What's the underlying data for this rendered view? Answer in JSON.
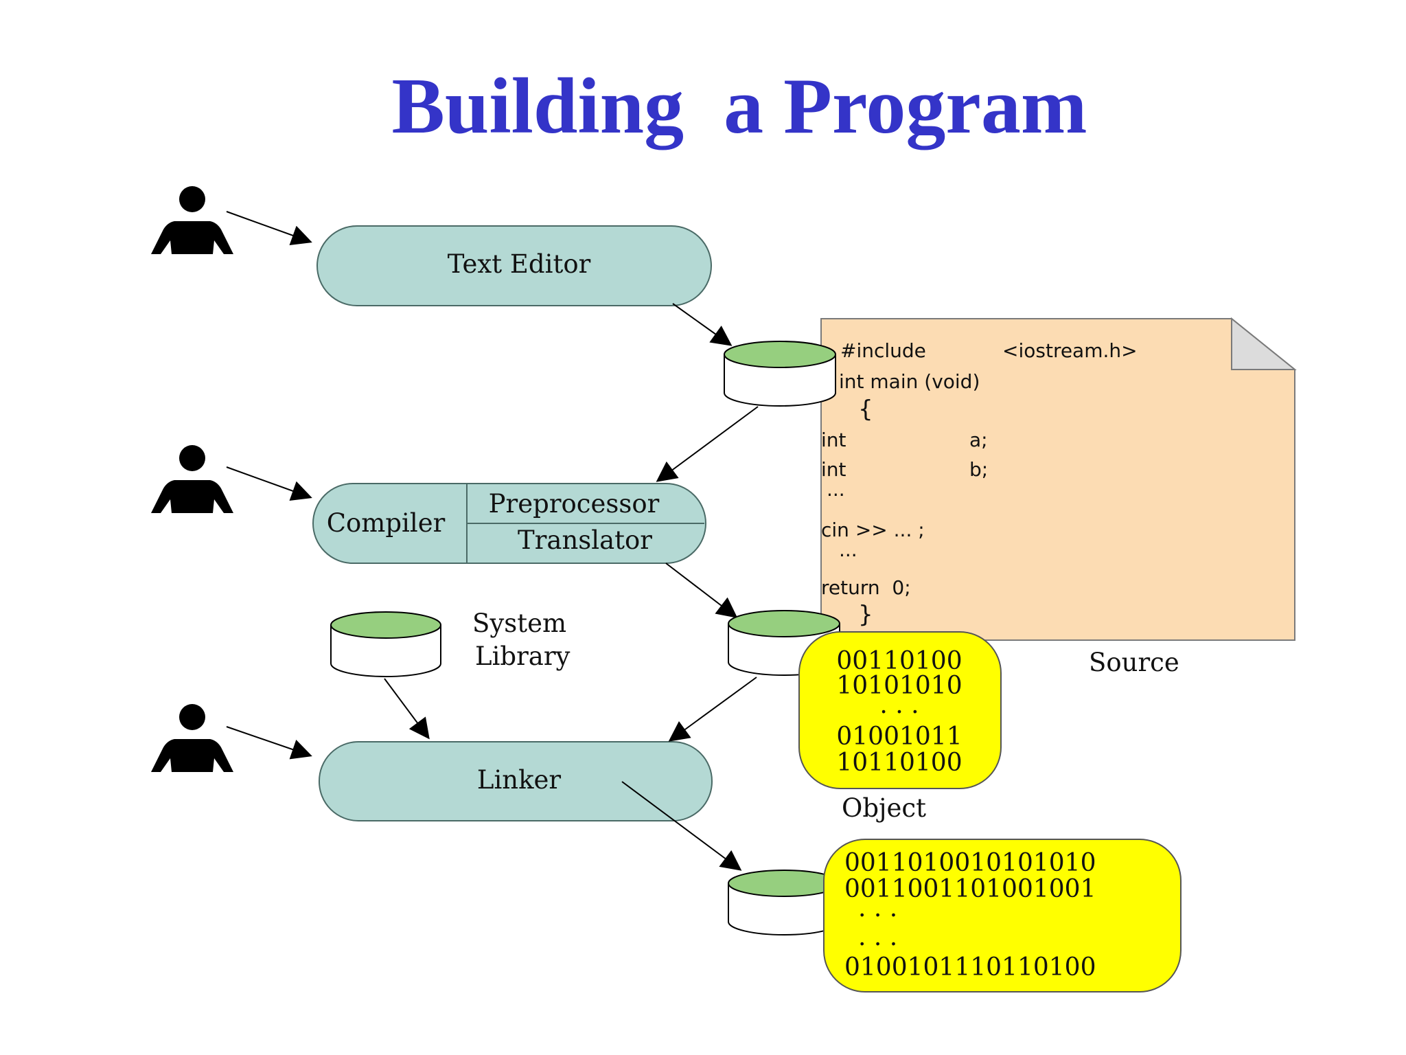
{
  "title": "Building  a Program",
  "colors": {
    "title": "#3434c8",
    "process_fill": "#b4d9d4",
    "disk_top": "#96cf7f",
    "source_paper": "#fcdcb3",
    "binary_fill": "#ffff00"
  },
  "icons": {
    "person": "person-icon",
    "disk": "disk-icon"
  },
  "processes": {
    "text_editor": "Text Editor",
    "compiler": "Compiler",
    "preprocessor": "Preprocessor",
    "translator": "Translator",
    "linker": "Linker"
  },
  "system_library": {
    "line1": "System",
    "line2": "Library"
  },
  "source": {
    "label": "Source",
    "code": {
      "include": "#include",
      "header": "<iostream.h>",
      "main": "int main (void)",
      "open_brace": "{",
      "int1": "int",
      "var1": "a;",
      "int2": "int",
      "var2": "b;",
      "dots1": "...",
      "cin": "cin >> ... ;",
      "dots2": "...",
      "return_stmt": "return  0;",
      "close_brace": "}"
    }
  },
  "object": {
    "label": "Object",
    "lines": [
      "00110100",
      "10101010",
      ". . .",
      "01001011",
      "10110100"
    ]
  },
  "executable": {
    "lines": [
      "0011010010101010",
      "0011001101001001",
      ". . .",
      ". . .",
      "0100101110110100"
    ]
  }
}
